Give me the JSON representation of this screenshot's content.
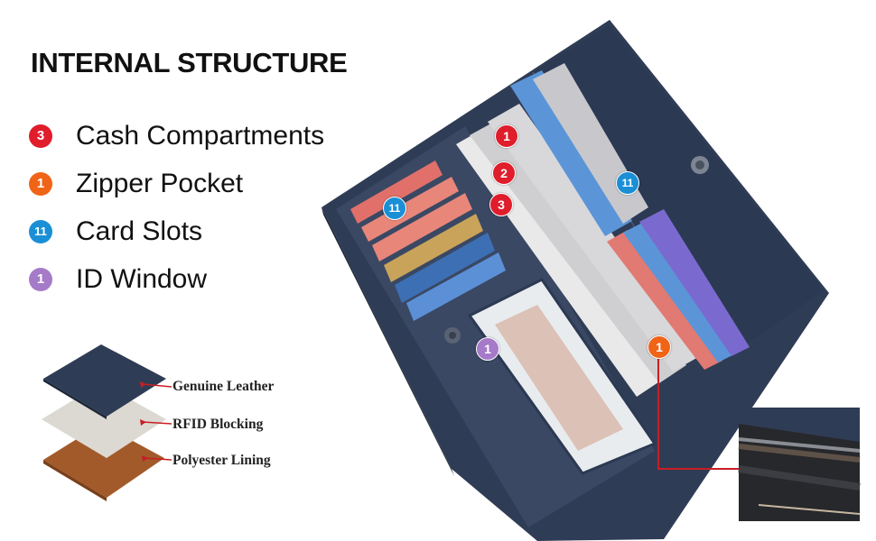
{
  "heading": "INTERNAL STRUCTURE",
  "features": [
    {
      "count": "3",
      "label": "Cash Compartments",
      "color": "#e01d2b"
    },
    {
      "count": "1",
      "label": "Zipper Pocket",
      "color": "#f06418"
    },
    {
      "count": "11",
      "label": "Card Slots",
      "color": "#1a8fd6"
    },
    {
      "count": "1",
      "label": "ID Window",
      "color": "#a57ac8"
    }
  ],
  "layers": [
    {
      "label": "Genuine Leather",
      "color": "#2e3d55"
    },
    {
      "label": "RFID Blocking",
      "color": "#dcd9d2"
    },
    {
      "label": "Polyester Lining",
      "color": "#a35a2a"
    }
  ],
  "callouts": {
    "cash_1": "1",
    "cash_2": "2",
    "cash_3": "3",
    "cards_left": "11",
    "cards_right": "11",
    "id_window": "1",
    "zipper": "1"
  },
  "colors": {
    "wallet_navy": "#2f3c55",
    "leader_red": "#c81e24"
  }
}
